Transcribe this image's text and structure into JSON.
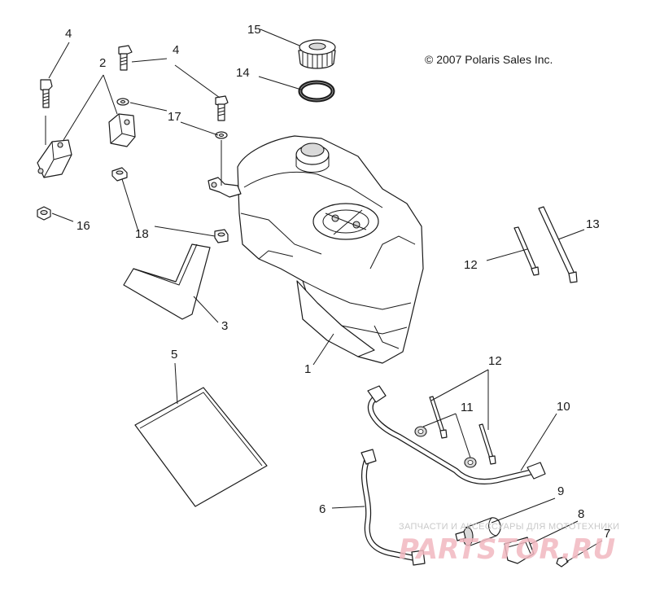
{
  "copyright": "© 2007 Polaris Sales Inc.",
  "watermark": {
    "line1": "ЗАПЧАСТИ И АКСЕССУАРЫ ДЛЯ МОТОТЕХНИКИ",
    "line2": "PARTSTOR.RU"
  },
  "callouts": {
    "c1": "1",
    "c2": "2",
    "c3": "3",
    "c4a": "4",
    "c4b": "4",
    "c5": "5",
    "c6": "6",
    "c7": "7",
    "c8": "8",
    "c9": "9",
    "c10": "10",
    "c11": "11",
    "c12a": "12",
    "c12b": "12",
    "c13": "13",
    "c14": "14",
    "c15": "15",
    "c16": "16",
    "c17": "17",
    "c18": "18"
  }
}
